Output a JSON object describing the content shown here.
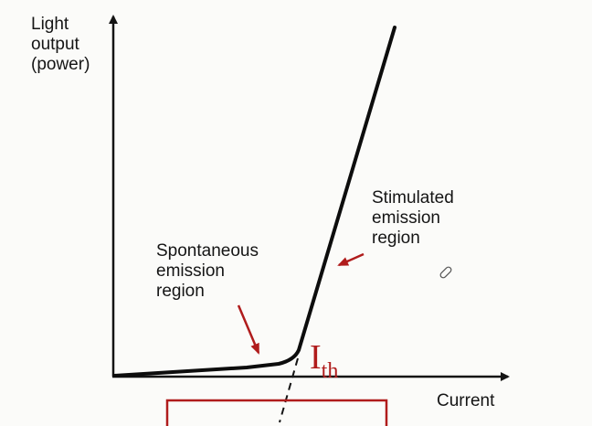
{
  "diagram": {
    "y_axis_label_lines": [
      "Light",
      "output",
      "(power)"
    ],
    "x_axis_label": "Current",
    "spontaneous_label_lines": [
      "Spontaneous",
      "emission",
      "region"
    ],
    "stimulated_label_lines": [
      "Stimulated",
      "emission",
      "region"
    ],
    "threshold_label": {
      "main": "I",
      "subscript": "th"
    }
  },
  "colors": {
    "axis": "#141414",
    "curve": "#0d0d0d",
    "annotation_red": "#b01c1c"
  }
}
